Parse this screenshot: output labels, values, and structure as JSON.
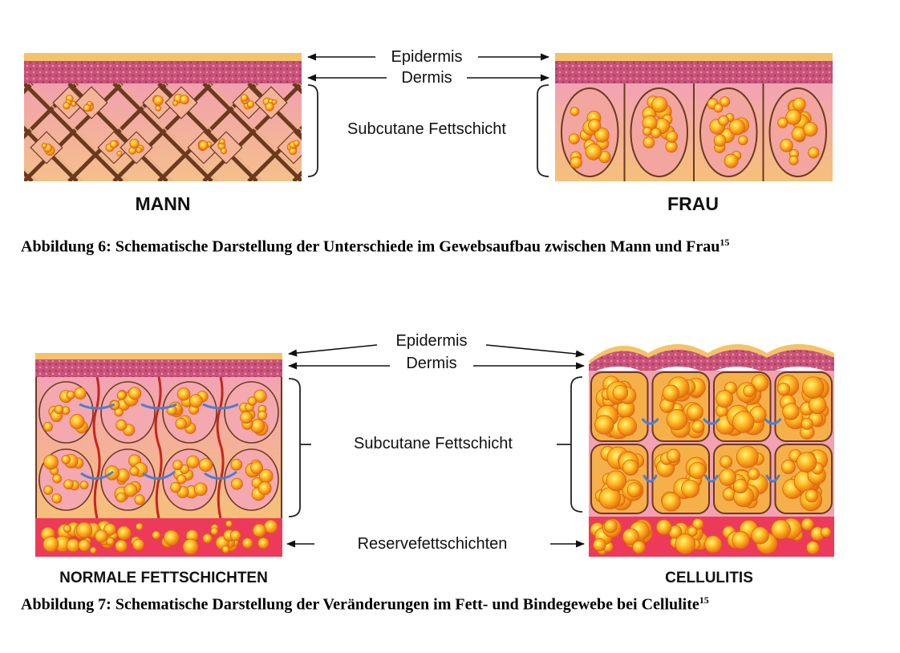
{
  "figure6": {
    "epidermis_label": "Epidermis",
    "dermis_label": "Dermis",
    "subcutaneous_label": "Subcutane Fettschicht",
    "left_panel_label": "MANN",
    "right_panel_label": "FRAU",
    "caption": "Abbildung 6: Schematische Darstellung der Unterschiede im Gewebsaufbau zwischen Mann und Frau",
    "caption_sup": "15"
  },
  "figure7": {
    "epidermis_label": "Epidermis",
    "dermis_label": "Dermis",
    "subcutaneous_label": "Subcutane Fettschicht",
    "reserve_label": "Reservefettschichten",
    "left_panel_label": "NORMALE FETTSCHICHTEN",
    "right_panel_label": "CELLULITIS",
    "caption": "Abbildung 7: Schematische Darstellung der Veränderungen im Fett- und Bindegewebe bei Cellulite",
    "caption_sup": "15"
  },
  "colors": {
    "epidermis": "#f3c36a",
    "dermis": "#c9537a",
    "tissue_pink": "#f2a4b2",
    "fat_orange": "#f7a41e",
    "fat_yellow": "#ffd83a",
    "septum_brown": "#6b3a1e",
    "vessel_blue": "#4a7fd0",
    "vessel_red": "#c8241c",
    "reserve_bg": "#ee3a5a"
  }
}
